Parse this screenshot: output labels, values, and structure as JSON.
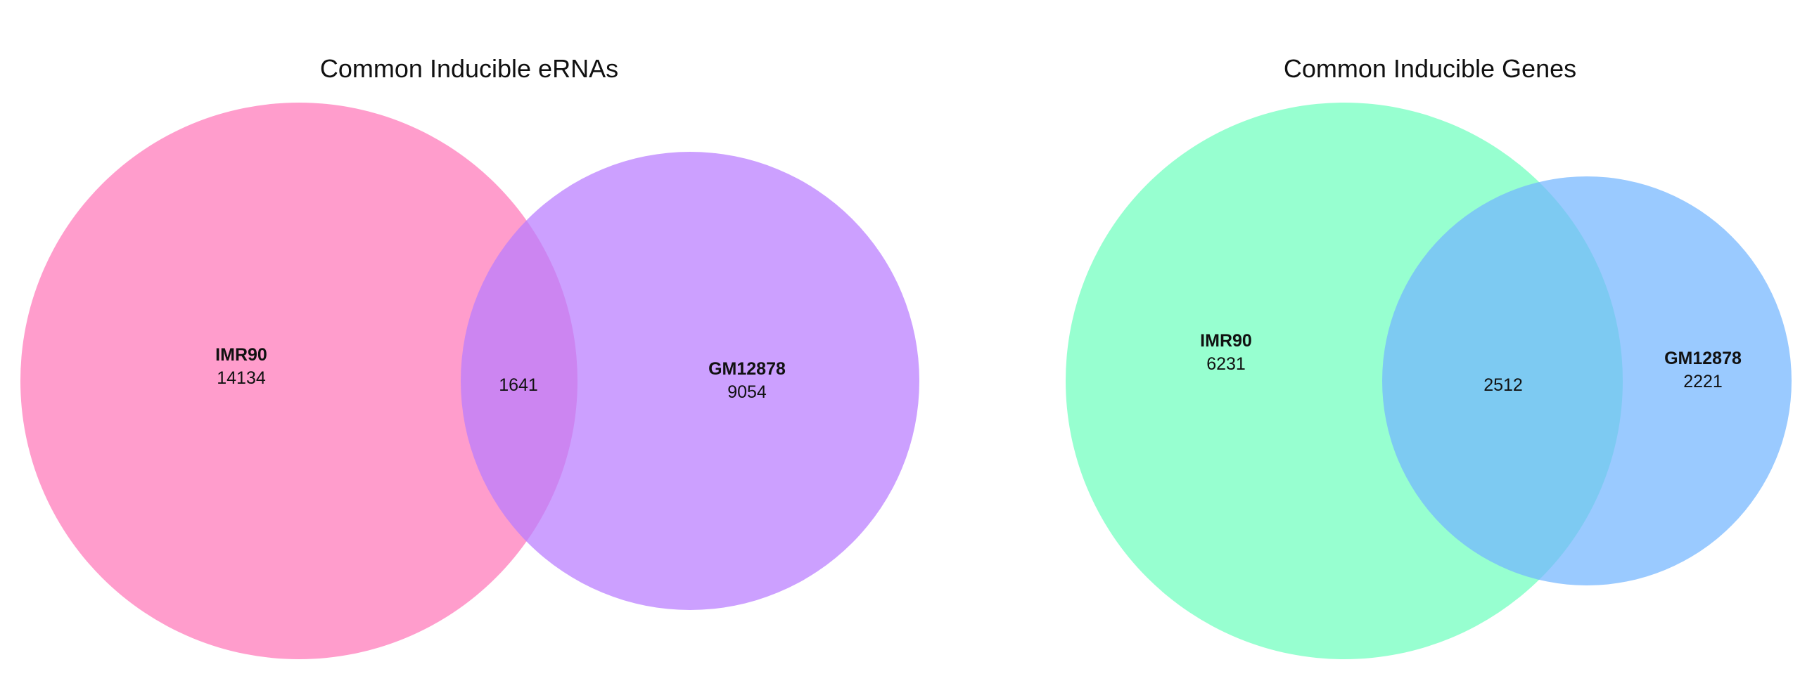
{
  "venns": [
    {
      "title": "Common Inducible eRNAs",
      "sets": [
        {
          "name": "IMR90",
          "only": "14134",
          "color": "#ff77b8"
        },
        {
          "name": "GM12878",
          "only": "9054",
          "color": "#b87cff"
        }
      ],
      "overlap": "1641"
    },
    {
      "title": "Common Inducible Genes",
      "sets": [
        {
          "name": "IMR90",
          "only": "6231",
          "color": "#6fffbe"
        },
        {
          "name": "GM12878",
          "only": "2221",
          "color": "#73b6ff"
        }
      ],
      "overlap": "2512"
    }
  ]
}
